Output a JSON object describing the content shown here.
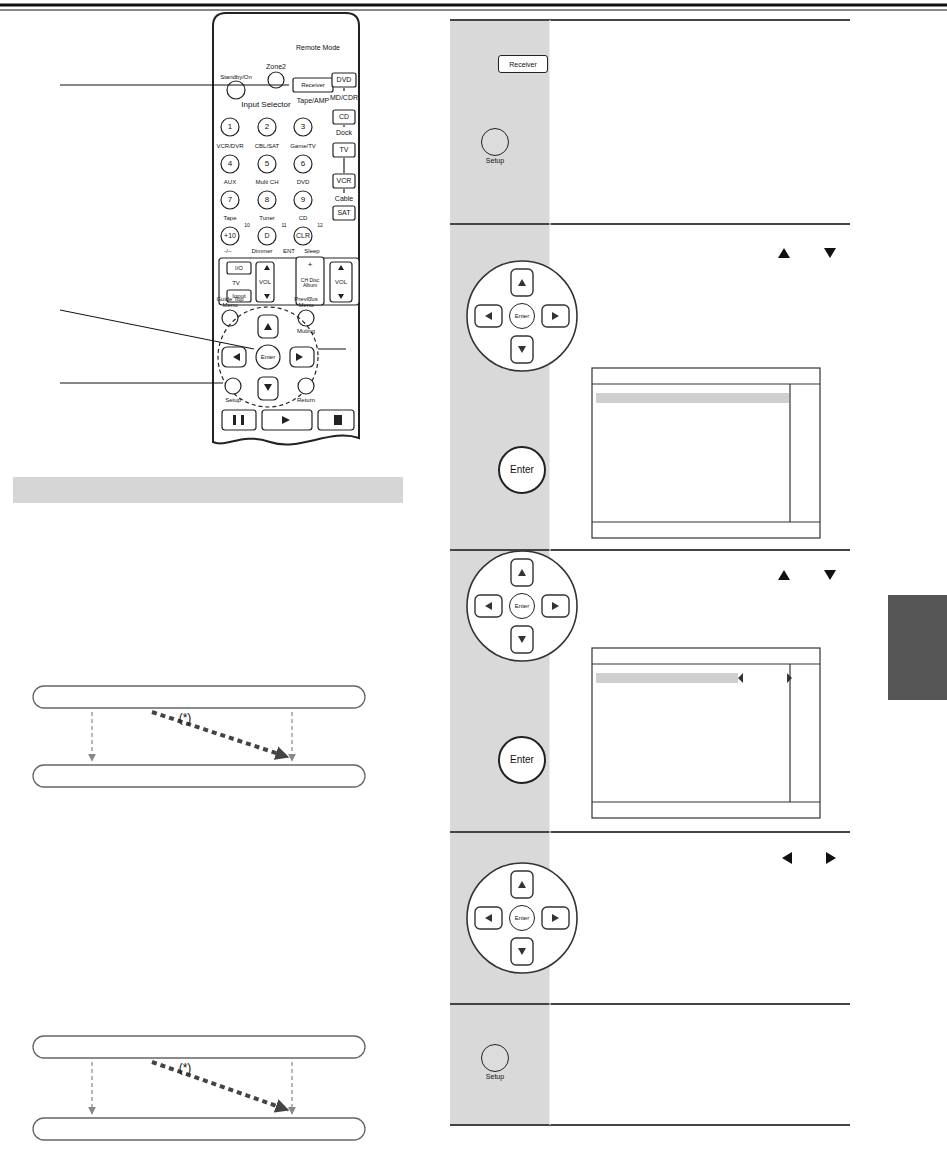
{
  "diagram": {
    "nodes": [
      {
        "text": [
          "Receiver"
        ]
      },
      {
        "text": [
          "Setup"
        ]
      },
      {
        "text": [
          "Enter"
        ]
      },
      {
        "text": [
          "Enter"
        ]
      },
      {
        "text": [
          "Enter"
        ]
      },
      {
        "text": [
          "Enter"
        ]
      },
      {
        "text": [
          "Enter"
        ]
      },
      {
        "text": [
          "Setup"
        ]
      }
    ],
    "edges": [
      {
        "from": 0,
        "to": 1,
        "arrow": "to"
      },
      {
        "from": 2,
        "to": 3,
        "arrow": "to"
      },
      {
        "from": 4,
        "to": 5,
        "arrow": "to"
      }
    ],
    "labels": [
      "Standby/On",
      "Zone2",
      "Remote Mode",
      "Receiver",
      "DVD",
      "Tape/AMP",
      "MD/CDR",
      "CD",
      "Dock",
      "TV",
      "VCR",
      "Cable",
      "SAT",
      "Input Selector",
      "1",
      "2",
      "3",
      "VCR/DVR",
      "CBL/SAT",
      "Game/TV",
      "4",
      "5",
      "6",
      "AUX",
      "Multi CH",
      "DVD",
      "7",
      "8",
      "9",
      "Tape",
      "Tuner",
      "CD",
      "+10",
      "D",
      "CLR",
      "10",
      "11",
      "12",
      "-/--",
      "Dimmer",
      "ENT",
      "Sleep",
      "I/O",
      "TV",
      "Input",
      "VOL",
      "+",
      "CH Disc Album",
      "–",
      "VOL",
      "Guide Top Menu",
      "Previous Menu",
      "Muting",
      "Enter",
      "Setup",
      "Return",
      "(*)",
      "(*)"
    ]
  }
}
